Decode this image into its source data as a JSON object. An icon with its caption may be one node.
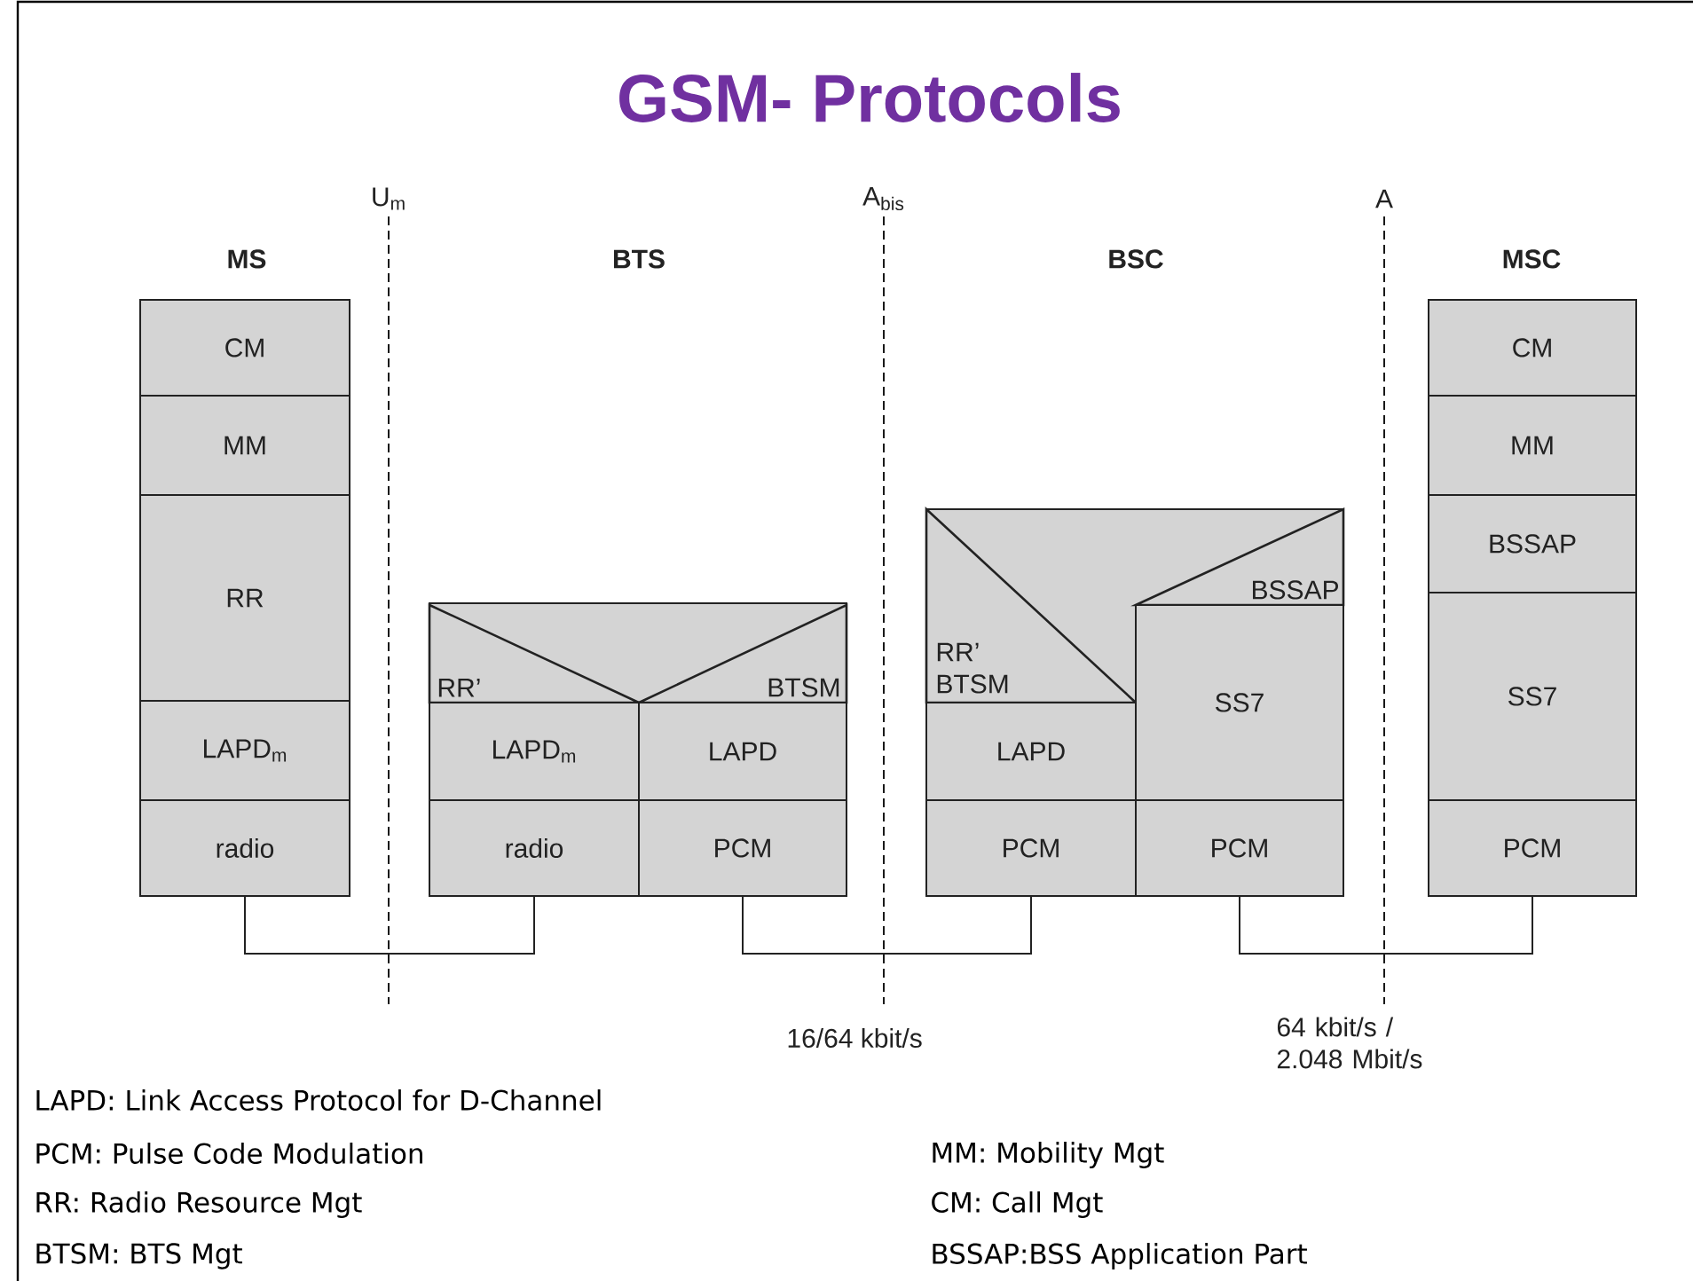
{
  "diagram": {
    "title": "GSM- Protocols",
    "nodes": [
      {
        "text": [
          "CM"
        ]
      },
      {
        "text": [
          "MM"
        ]
      },
      {
        "text": [
          "RR"
        ]
      },
      {
        "text": [
          "LAPD$_{m}$"
        ]
      },
      {
        "text": [
          "radio"
        ]
      },
      {
        "text": [
          "RR’"
        ]
      },
      {
        "text": [
          "BTSM"
        ]
      },
      {
        "text": [
          "LAPD$_{m}$"
        ]
      },
      {
        "text": [
          "LAPD"
        ]
      },
      {
        "text": [
          "radio"
        ]
      },
      {
        "text": [
          "PCM"
        ]
      },
      {
        "text": [
          "RR’ BTSM"
        ]
      },
      {
        "text": [
          "BSSAP"
        ]
      },
      {
        "text": [
          "LAPD"
        ]
      },
      {
        "text": [
          "SS7"
        ]
      },
      {
        "text": [
          "PCM"
        ]
      },
      {
        "text": [
          "PCM"
        ]
      },
      {
        "text": [
          "CM"
        ]
      },
      {
        "text": [
          "MM"
        ]
      },
      {
        "text": [
          "BSSAP"
        ]
      },
      {
        "text": [
          "SS7"
        ]
      },
      {
        "text": [
          "PCM"
        ]
      }
    ],
    "edges": [
      {
        "from": 4,
        "to": 9,
        "arrow": "none"
      },
      {
        "from": 10,
        "to": 15,
        "arrow": "none"
      },
      {
        "from": 16,
        "to": 21,
        "arrow": "none"
      }
    ],
    "labels": [
      "U$_{m}$",
      "A$_{bis}$",
      "A",
      "MS",
      "BTS",
      "BSC",
      "MSC",
      "16/64 kbit/s",
      "64 kbit/s / 2.048 Mbit/s",
      "LAPD: Link Access Protocol for D-Channel",
      "PCM: Pulse Code Modulation",
      "MM: Mobility Mgt",
      "RR: Radio Resource Mgt",
      "CM: Call Mgt",
      "BTSM: BTS Mgt",
      "BSSAP:BSS Application Part"
    ]
  }
}
